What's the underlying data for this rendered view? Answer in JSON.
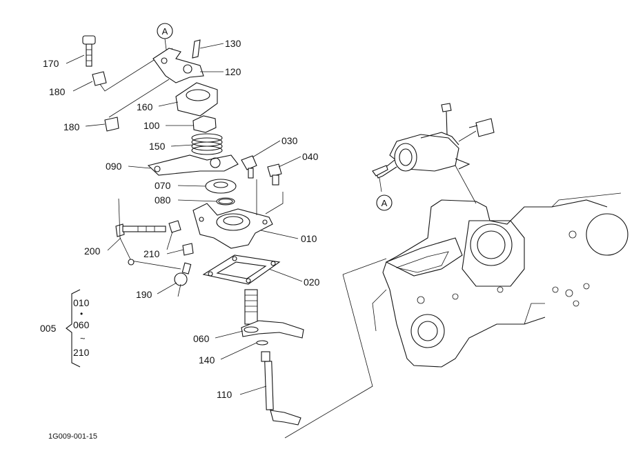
{
  "callouts": {
    "p170": "170",
    "p180a": "180",
    "p180b": "180",
    "p130": "130",
    "p120": "120",
    "p160": "160",
    "p100": "100",
    "p150": "150",
    "p090": "090",
    "p030": "030",
    "p040": "040",
    "p070": "070",
    "p080": "080",
    "p010": "010",
    "p200": "200",
    "p210": "210",
    "p020": "020",
    "p190": "190",
    "p060": "060",
    "p140": "140",
    "p110": "110"
  },
  "refs": {
    "a_top": "A",
    "a_right": "A"
  },
  "assembly": {
    "label": "005",
    "items": [
      "010",
      "•",
      "060",
      "~",
      "210"
    ]
  },
  "figure_code": "1G009-001-15"
}
